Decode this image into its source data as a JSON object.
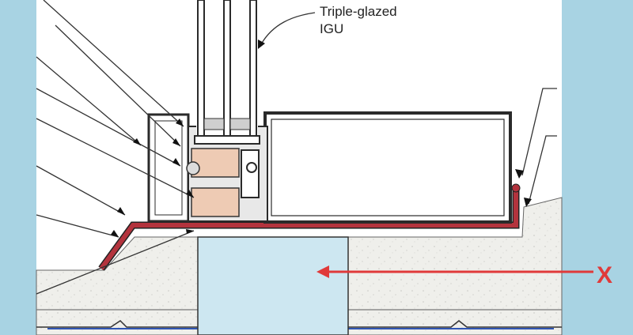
{
  "labels": {
    "igu_line1": "Triple-glazed",
    "igu_line2": "IGU",
    "marker": "X"
  },
  "colors": {
    "frame_blue": "#a8d3e3",
    "membrane_red": "#b3333d",
    "marker_red": "#e03a3a",
    "setting_block": "#eecbb4",
    "concrete": "#eeeeea",
    "thermal_break": "#cde7f1",
    "outline": "#2a2a2a"
  },
  "icons": {
    "arrowhead": "triangle-arrowhead-icon"
  }
}
